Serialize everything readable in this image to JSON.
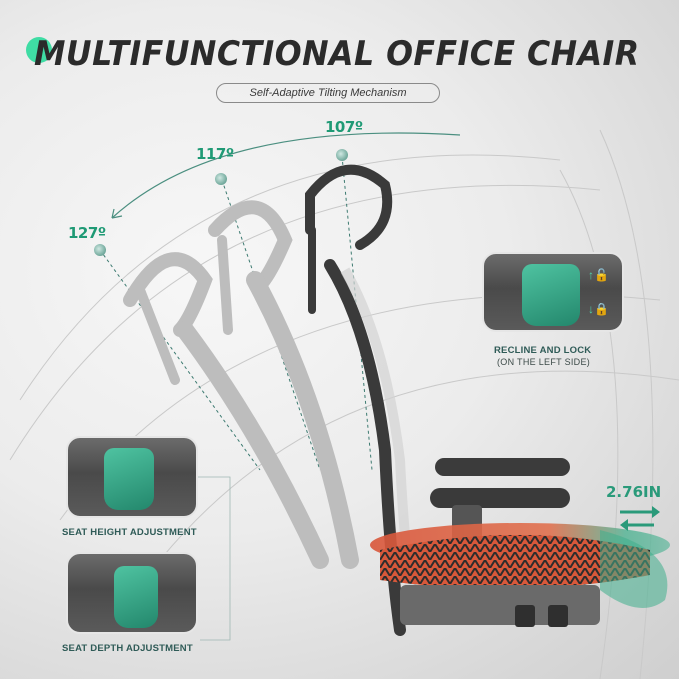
{
  "header": {
    "title": "MULTIFUNCTIONAL OFFICE CHAIR",
    "subtitle": "Self-Adaptive Tilting Mechanism"
  },
  "tilt_angles": [
    {
      "label": "107º",
      "position": "upright"
    },
    {
      "label": "117º",
      "position": "middle"
    },
    {
      "label": "127º",
      "position": "reclined"
    }
  ],
  "callouts": {
    "recline": {
      "title": "RECLINE AND LOCK",
      "subtitle": "(ON THE LEFT SIDE)",
      "icons": [
        "arrow-up-unlock-icon",
        "arrow-down-lock-icon"
      ]
    },
    "seat_height": {
      "title": "SEAT HEIGHT ADJUSTMENT"
    },
    "seat_depth": {
      "title": "SEAT DEPTH ADJUSTMENT"
    }
  },
  "seat_slide": {
    "distance": "2.76IN",
    "icon": "bidirectional-arrows-icon"
  },
  "colors": {
    "accent_green": "#1f9a75",
    "title_dot": "#3fdca4",
    "title_text": "#2b2b2b",
    "label_text": "#2f5b57",
    "seat_orange": "#e0623f"
  }
}
